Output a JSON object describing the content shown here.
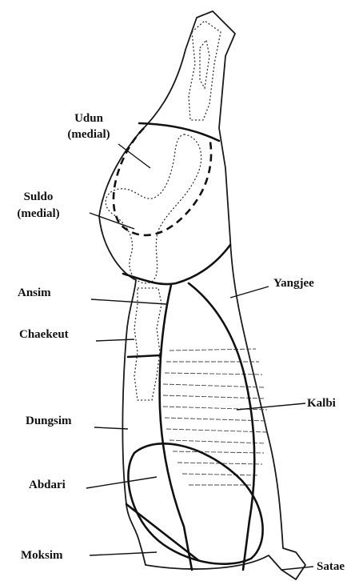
{
  "labels": {
    "udun_line1": "Udun",
    "udun_line2": "(medial)",
    "suldo_line1": "Suldo",
    "suldo_line2": "(medial)",
    "ansim": "Ansim",
    "chaekeut": "Chaekeut",
    "dungsim": "Dungsim",
    "abdari": "Abdari",
    "moksim": "Moksim",
    "yangjee": "Yangjee",
    "kalbi": "Kalbi",
    "satae": "Satae"
  },
  "colors": {
    "line": "#111111",
    "background": "#ffffff"
  }
}
